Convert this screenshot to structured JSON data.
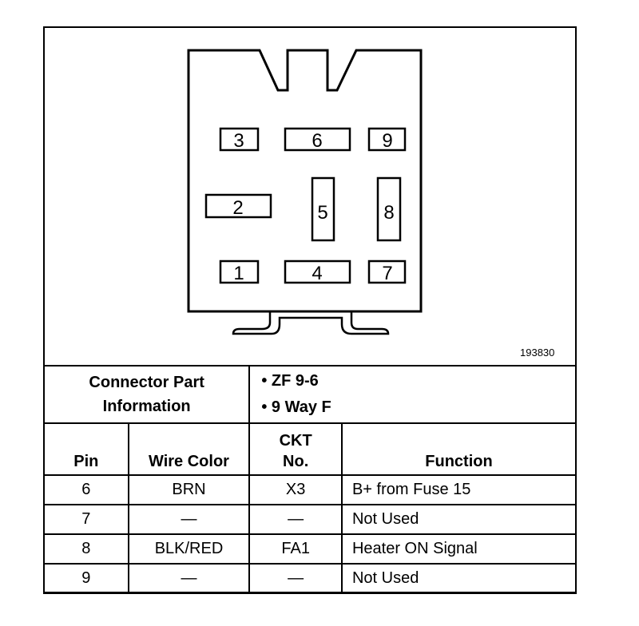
{
  "figure_id": "193830",
  "connector": {
    "pins": [
      "1",
      "2",
      "3",
      "4",
      "5",
      "6",
      "7",
      "8",
      "9"
    ]
  },
  "part_info": {
    "label_line1": "Connector Part",
    "label_line2": "Information",
    "items": [
      "ZF 9-6",
      "9 Way F"
    ]
  },
  "table": {
    "headers": {
      "pin": "Pin",
      "wire_color": "Wire Color",
      "ckt_line1": "CKT",
      "ckt_line2": "No.",
      "function": "Function"
    },
    "rows": [
      {
        "pin": "6",
        "wire_color": "BRN",
        "ckt": "X3",
        "function": "B+ from Fuse 15"
      },
      {
        "pin": "7",
        "wire_color": "—",
        "ckt": "—",
        "function": "Not Used"
      },
      {
        "pin": "8",
        "wire_color": "BLK/RED",
        "ckt": "FA1",
        "function": "Heater ON Signal"
      },
      {
        "pin": "9",
        "wire_color": "—",
        "ckt": "—",
        "function": "Not Used"
      }
    ]
  }
}
